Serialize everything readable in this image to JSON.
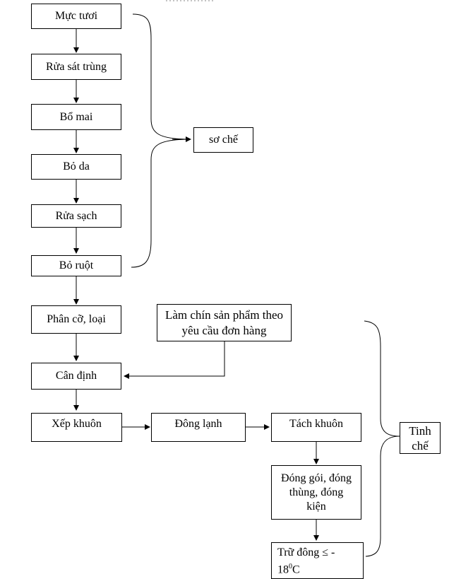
{
  "diagram": {
    "top_fragment": "…",
    "steps": {
      "muc_tuoi": "Mực tươi",
      "rua_sat_trung": "Rửa sát trùng",
      "bo_mai": "Bổ mai",
      "bo_da": "Bỏ da",
      "rua_sach": "Rửa sạch",
      "bo_ruot": "Bỏ ruột",
      "phan_co": "Phân cỡ, loại",
      "can_dinh": "Cân định",
      "xep_khuon": "Xếp khuôn",
      "dong_lanh": "Đông lạnh",
      "tach_khuon": "Tách khuôn",
      "dong_goi": "Đóng gói, đóng thùng, đóng kiện",
      "tru_dong_prefix": "Trữ đông ≤ -",
      "tru_dong_num": "18",
      "tru_dong_sup": "0",
      "tru_dong_unit": "C"
    },
    "side_notes": {
      "lam_chin": "Làm chín sản phẩm theo yêu cầu đơn hàng",
      "so_che": "sơ chế",
      "tinh_che": "Tinh chế"
    }
  }
}
